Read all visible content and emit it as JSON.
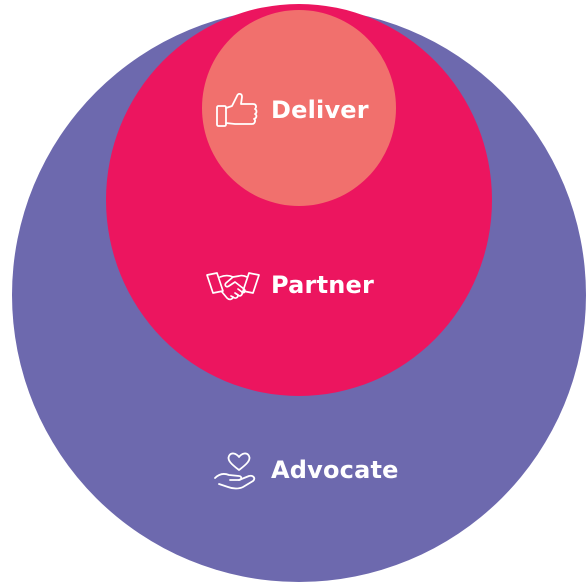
{
  "levels": [
    {
      "label": "Advocate",
      "icon": "heart-hand-icon",
      "color": "#6d69ae"
    },
    {
      "label": "Partner",
      "icon": "handshake-icon",
      "color": "#ec155f"
    },
    {
      "label": "Deliver",
      "icon": "thumbs-up-icon",
      "color": "#f1706d"
    }
  ]
}
